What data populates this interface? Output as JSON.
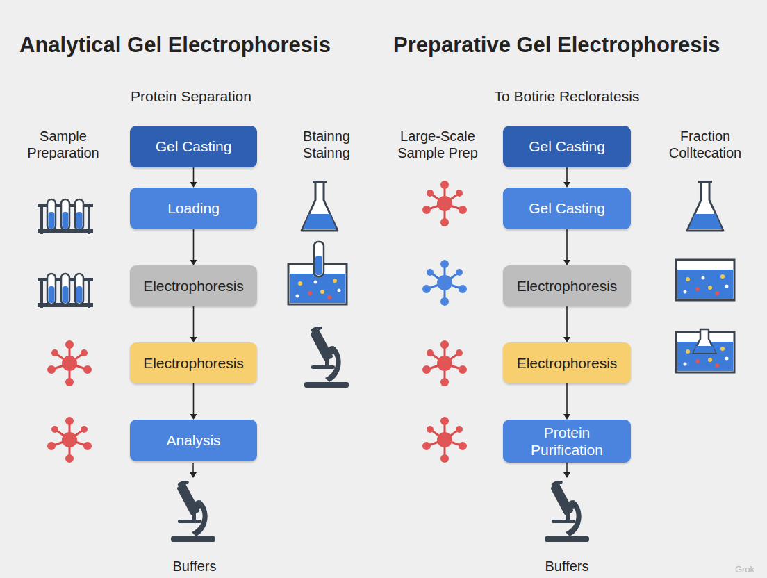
{
  "diagram": {
    "nodes": [
      {
        "text": [
          "Gel Casting"
        ]
      },
      {
        "text": [
          "Loading"
        ]
      },
      {
        "text": [
          "Electrophoresis"
        ]
      },
      {
        "text": [
          "Electrophoresis"
        ]
      },
      {
        "text": [
          "Analysis"
        ]
      },
      {
        "text": [
          "Gel Casting"
        ]
      },
      {
        "text": [
          "Gel Casting"
        ]
      },
      {
        "text": [
          "Electrophoresis"
        ]
      },
      {
        "text": [
          "Electrophoresis"
        ]
      },
      {
        "text": [
          "Protein Purification"
        ]
      }
    ],
    "edges": [
      {
        "from": 0,
        "to": 1,
        "arrow": "to"
      },
      {
        "from": 1,
        "to": 2,
        "arrow": "to"
      },
      {
        "from": 2,
        "to": 3,
        "arrow": "to"
      },
      {
        "from": 3,
        "to": 4,
        "arrow": "to"
      },
      {
        "from": 5,
        "to": 6,
        "arrow": "to"
      },
      {
        "from": 6,
        "to": 7,
        "arrow": "to"
      },
      {
        "from": 7,
        "to": 8,
        "arrow": "to"
      },
      {
        "from": 8,
        "to": 9,
        "arrow": "to"
      }
    ],
    "labels": [
      "Analytical Gel Electrophoresis",
      "Preparative Gel Electrophoresis",
      "Protein Separation",
      "To Botirie Recloratesis",
      "Sample Preparation",
      "Btainng Stainng",
      "Large-Scale Sample Prep",
      "Fraction Colltecation",
      "Buffers",
      "Buffers",
      "Grok"
    ]
  }
}
